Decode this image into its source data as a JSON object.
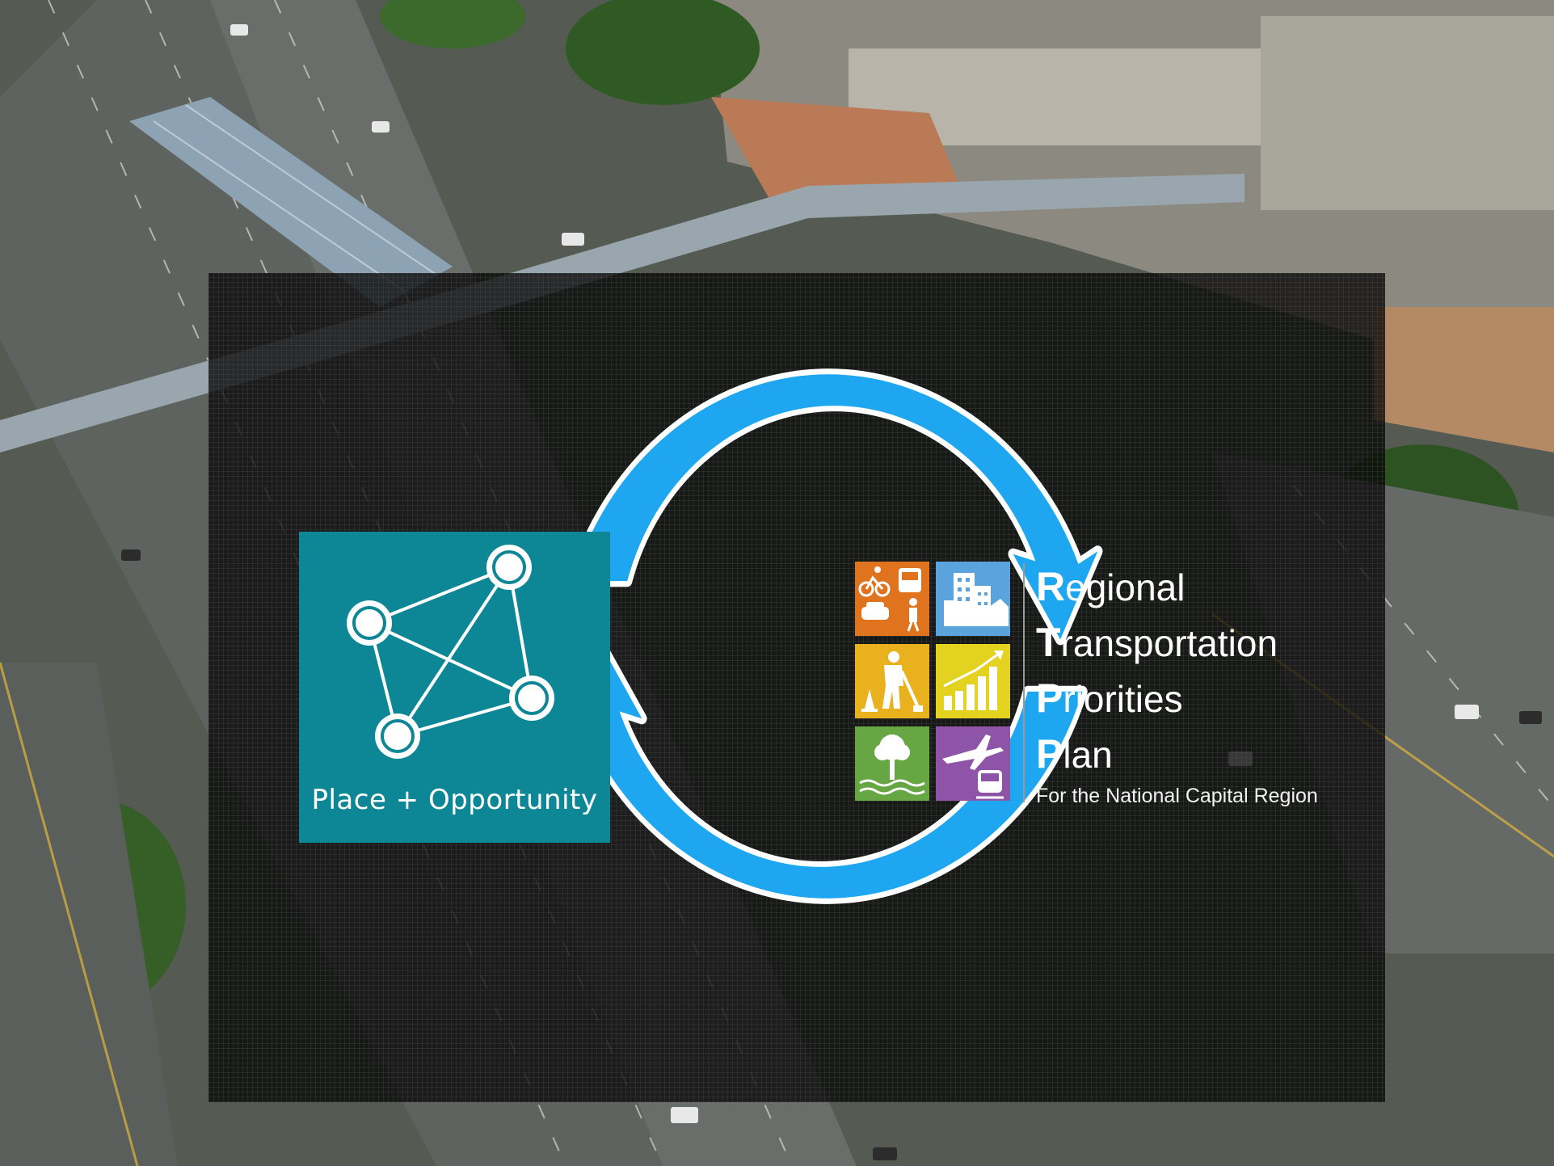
{
  "place_opportunity_logo": {
    "label": "Place + Opportunity",
    "background_color": "#0d8795",
    "icon": "network-graph-icon"
  },
  "rtpp_logo": {
    "title_lines": [
      {
        "initial": "R",
        "rest": "egional"
      },
      {
        "initial": "T",
        "rest": "ransportation"
      },
      {
        "initial": "P",
        "rest": "riorities"
      },
      {
        "initial": "P",
        "rest": "lan"
      }
    ],
    "subtitle": "For the National Capital Region",
    "tiles": [
      {
        "icon": "bike-bus-car-pedestrian-icon",
        "color": "#e0731e"
      },
      {
        "icon": "city-buildings-icon",
        "color": "#5aa3dd"
      },
      {
        "icon": "road-worker-icon",
        "color": "#e9b11d"
      },
      {
        "icon": "growth-bar-chart-icon",
        "color": "#e3d21f"
      },
      {
        "icon": "tree-water-icon",
        "color": "#66a744"
      },
      {
        "icon": "airplane-train-icon",
        "color": "#8e54a7"
      }
    ]
  },
  "cycle_arrows": {
    "color": "#1ea7f0",
    "outline_color": "#ffffff",
    "top_arrow": "clockwise-arrow-icon",
    "bottom_arrow": "clockwise-arrow-icon"
  }
}
